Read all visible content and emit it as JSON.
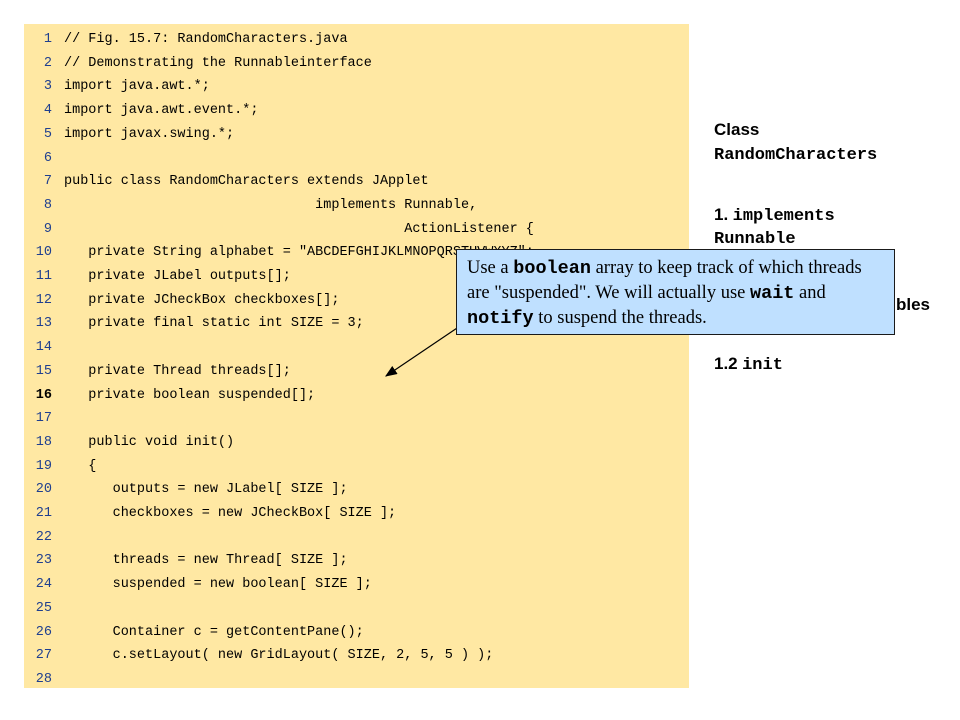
{
  "code": {
    "highlight_line": "16",
    "lines": [
      {
        "n": "1",
        "text": "// Fig. 15.7: RandomCharacters.java"
      },
      {
        "n": "2",
        "text": "// Demonstrating the Runnableinterface"
      },
      {
        "n": "3",
        "text": "import java.awt.*;"
      },
      {
        "n": "4",
        "text": "import java.awt.event.*;"
      },
      {
        "n": "5",
        "text": "import javax.swing.*;"
      },
      {
        "n": "6",
        "text": ""
      },
      {
        "n": "7",
        "text": "public class RandomCharacters extends JApplet"
      },
      {
        "n": "8",
        "text": "                               implements Runnable,"
      },
      {
        "n": "9",
        "text": "                                          ActionListener {"
      },
      {
        "n": "10",
        "text": "   private String alphabet = \"ABCDEFGHIJKLMNOPQRSTUVWXYZ\";"
      },
      {
        "n": "11",
        "text": "   private JLabel outputs[];"
      },
      {
        "n": "12",
        "text": "   private JCheckBox checkboxes[];"
      },
      {
        "n": "13",
        "text": "   private final static int SIZE = 3;"
      },
      {
        "n": "14",
        "text": ""
      },
      {
        "n": "15",
        "text": "   private Thread threads[];"
      },
      {
        "n": "16",
        "text": "   private boolean suspended[];"
      },
      {
        "n": "17",
        "text": ""
      },
      {
        "n": "18",
        "text": "   public void init()"
      },
      {
        "n": "19",
        "text": "   {"
      },
      {
        "n": "20",
        "text": "      outputs = new JLabel[ SIZE ];"
      },
      {
        "n": "21",
        "text": "      checkboxes = new JCheckBox[ SIZE ];"
      },
      {
        "n": "22",
        "text": ""
      },
      {
        "n": "23",
        "text": "      threads = new Thread[ SIZE ];"
      },
      {
        "n": "24",
        "text": "      suspended = new boolean[ SIZE ];"
      },
      {
        "n": "25",
        "text": ""
      },
      {
        "n": "26",
        "text": "      Container c = getContentPane();"
      },
      {
        "n": "27",
        "text": "      c.setLayout( new GridLayout( SIZE, 2, 5, 5 ) );"
      },
      {
        "n": "28",
        "text": ""
      }
    ]
  },
  "outline": {
    "class_word": "Class",
    "class_name": "RandomCharacters",
    "item1_num": "1.",
    "item1_code": "implements",
    "item1_code2": "Runnable",
    "item11_tail": "bles",
    "item12_num": "1.2",
    "item12_code": "init"
  },
  "callout": {
    "part1": "Use a ",
    "code1": "boolean",
    "part2": " array to keep track of which threads are \"suspended\".  We will actually use ",
    "code2": "wait",
    "part3": " and ",
    "code3": "notify",
    "part4": " to suspend the threads."
  }
}
